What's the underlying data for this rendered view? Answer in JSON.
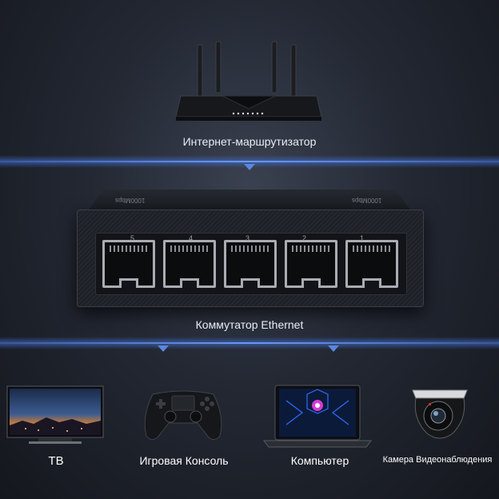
{
  "router": {
    "label": "Интернет-маршрутизатор"
  },
  "switch": {
    "label": "Коммутатор Ethernet",
    "brand": "1000Mbps",
    "ports": [
      "5",
      "4",
      "3",
      "2",
      "1"
    ]
  },
  "devices": [
    {
      "name": "tv",
      "label": "ТВ",
      "icon": "tv-icon"
    },
    {
      "name": "console",
      "label": "Игровая Консоль",
      "icon": "gamepad-icon"
    },
    {
      "name": "computer",
      "label": "Компьютер",
      "icon": "laptop-icon"
    },
    {
      "name": "camera",
      "label": "Камера Видеонаблюдения",
      "icon": "dome-camera-icon"
    }
  ],
  "colors": {
    "accent": "#5b86e0",
    "background": "#232833"
  }
}
